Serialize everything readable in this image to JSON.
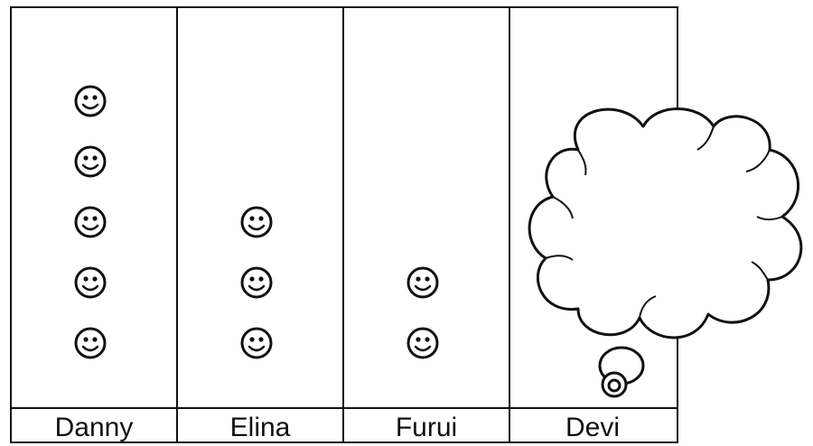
{
  "chart_data": {
    "type": "pictograph",
    "categories": [
      "Danny",
      "Elina",
      "Furui",
      "Devi"
    ],
    "values": [
      5,
      3,
      2,
      null
    ],
    "symbol": "smiley-face-icon",
    "hidden_category": "Devi",
    "hidden_marker": "thought-cloud-icon"
  },
  "colors": {
    "ink": "#111111",
    "background": "#ffffff"
  }
}
